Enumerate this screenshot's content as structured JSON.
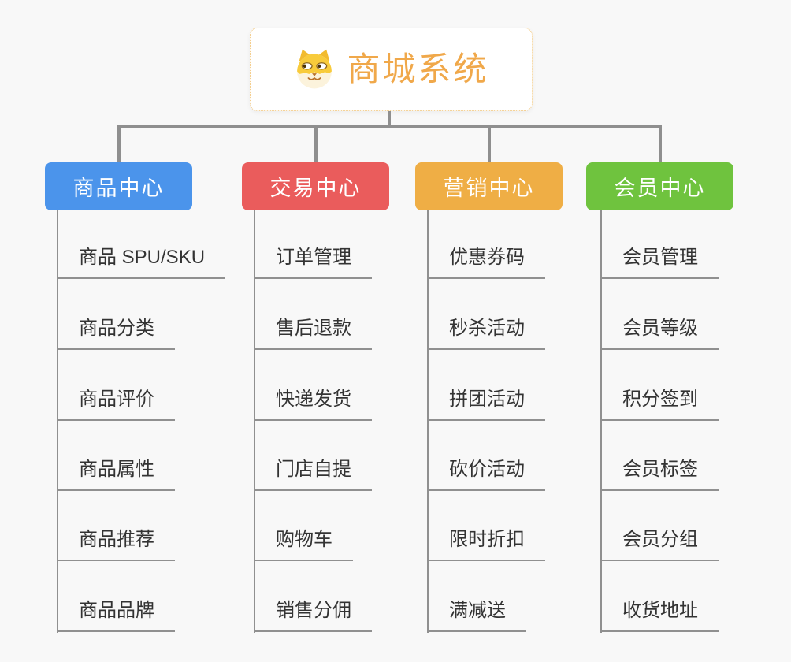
{
  "root": {
    "title": "商城系统",
    "title_color": "#f0a84a",
    "icon": "dog-icon",
    "border_color": "#f2c77e"
  },
  "connector_color": "#8f8f8f",
  "underline_color": "#909090",
  "background_color": "#f8f8f8",
  "branches": [
    {
      "label": "商品中心",
      "color": "#4b94eb",
      "children": [
        "商品 SPU/SKU",
        "商品分类",
        "商品评价",
        "商品属性",
        "商品推荐",
        "商品品牌"
      ]
    },
    {
      "label": "交易中心",
      "color": "#ea5c5c",
      "children": [
        "订单管理",
        "售后退款",
        "快递发货",
        "门店自提",
        "购物车",
        "销售分佣"
      ]
    },
    {
      "label": "营销中心",
      "color": "#efae45",
      "children": [
        "优惠券码",
        "秒杀活动",
        "拼团活动",
        "砍价活动",
        "限时折扣",
        "满减送"
      ]
    },
    {
      "label": "会员中心",
      "color": "#6fc33e",
      "children": [
        "会员管理",
        "会员等级",
        "积分签到",
        "会员标签",
        "会员分组",
        "收货地址"
      ]
    }
  ]
}
